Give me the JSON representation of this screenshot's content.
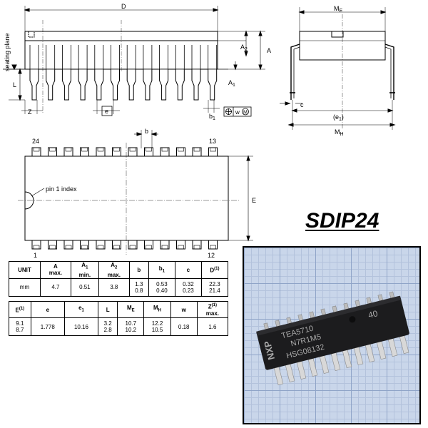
{
  "package_name": "SDIP24",
  "labels": {
    "seating_plane": "seating plane",
    "pin1_index": "pin 1 index",
    "pin_24": "24",
    "pin_13": "13",
    "pin_1": "1",
    "pin_12": "12",
    "D": "D",
    "ME": "M",
    "ME_sub": "E",
    "MH": "M",
    "MH_sub": "H",
    "A": "A",
    "A2": "A",
    "A2_sub": "2",
    "A1": "A",
    "A1_sub": "1",
    "L": "L",
    "Z": "Z",
    "e": "e",
    "b": "b",
    "b1": "b",
    "b1_sub": "1",
    "c": "c",
    "e1": "(e",
    "e1_sub": "1",
    "e1_close": ")",
    "E": "E",
    "w": "w"
  },
  "table1": {
    "headers": [
      {
        "main": "UNIT",
        "sub": "",
        "line2": ""
      },
      {
        "main": "A",
        "sub": "",
        "line2": "max."
      },
      {
        "main": "A",
        "sub": "1",
        "line2": "min."
      },
      {
        "main": "A",
        "sub": "2",
        "line2": "max."
      },
      {
        "main": "b",
        "sub": "",
        "line2": ""
      },
      {
        "main": "b",
        "sub": "1",
        "line2": ""
      },
      {
        "main": "c",
        "sub": "",
        "line2": ""
      },
      {
        "main": "D",
        "sub": "",
        "sup": "(1)",
        "line2": ""
      }
    ],
    "row": [
      [
        "mm",
        ""
      ],
      [
        "4.7",
        ""
      ],
      [
        "0.51",
        ""
      ],
      [
        "3.8",
        ""
      ],
      [
        "1.3",
        "0.8"
      ],
      [
        "0.53",
        "0.40"
      ],
      [
        "0.32",
        "0.23"
      ],
      [
        "22.3",
        "21.4"
      ]
    ]
  },
  "table2": {
    "headers": [
      {
        "main": "E",
        "sub": "",
        "sup": "(1)",
        "line2": ""
      },
      {
        "main": "e",
        "sub": "",
        "line2": ""
      },
      {
        "main": "e",
        "sub": "1",
        "line2": ""
      },
      {
        "main": "L",
        "sub": "",
        "line2": ""
      },
      {
        "main": "M",
        "sub": "E",
        "line2": ""
      },
      {
        "main": "M",
        "sub": "H",
        "line2": ""
      },
      {
        "main": "w",
        "sub": "",
        "line2": ""
      },
      {
        "main": "Z",
        "sub": "",
        "sup": "(1)",
        "line2": "max."
      }
    ],
    "row": [
      [
        "9.1",
        "8.7"
      ],
      [
        "1.778",
        ""
      ],
      [
        "10.16",
        ""
      ],
      [
        "3.2",
        "2.8"
      ],
      [
        "10.7",
        "10.2"
      ],
      [
        "12.2",
        "10.5"
      ],
      [
        "0.18",
        ""
      ],
      [
        "1.6",
        ""
      ]
    ]
  },
  "chip_marking": {
    "line1": "TEA5710",
    "line2": "N7R1M5",
    "line3": "HSG08132",
    "code": "40",
    "logo": "NXP"
  },
  "colors": {
    "line": "#000000",
    "grid_paper": "#c9d6ea",
    "chip_body": "#1c1c1e",
    "chip_marking": "#a9a9a9"
  }
}
